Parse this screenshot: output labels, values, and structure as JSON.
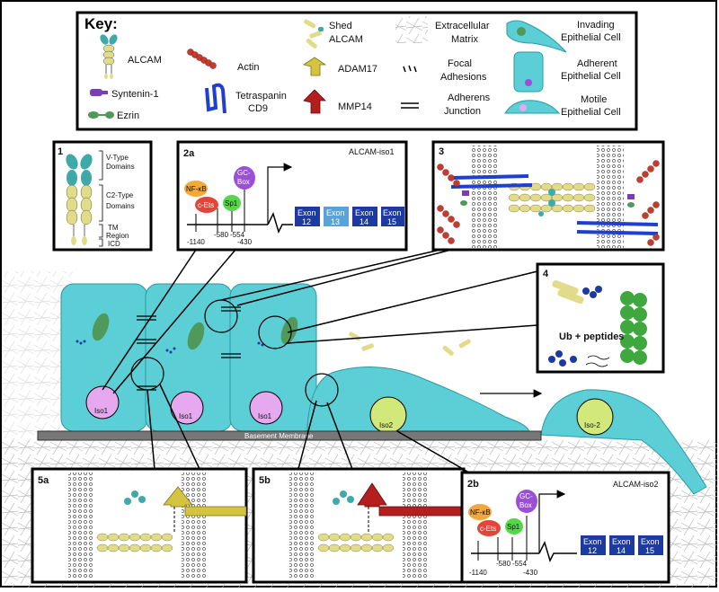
{
  "key": {
    "title": "Key:",
    "items": [
      {
        "label": "ALCAM",
        "icon": "alcam-icon"
      },
      {
        "label": "Syntenin-1",
        "icon": "syntenin-icon"
      },
      {
        "label": "Ezrin",
        "icon": "ezrin-icon"
      },
      {
        "label": "Actin",
        "icon": "actin-icon"
      },
      {
        "label": "Tetraspanin",
        "icon": "tetraspanin-icon"
      },
      {
        "label": "CD9",
        "icon": "tetraspanin-icon"
      },
      {
        "label": "Shed",
        "icon": "shed-alcam-icon"
      },
      {
        "label": "ALCAM",
        "icon": "shed-alcam-icon"
      },
      {
        "label": "ADAM17",
        "icon": "adam17-icon"
      },
      {
        "label": "MMP14",
        "icon": "mmp14-icon"
      },
      {
        "label": "Extracellular",
        "icon": "ecm-icon"
      },
      {
        "label": "Matrix",
        "icon": "ecm-icon"
      },
      {
        "label": "Focal",
        "icon": "focal-adhesion-icon"
      },
      {
        "label": "Adhesions",
        "icon": "focal-adhesion-icon"
      },
      {
        "label": "Adherens",
        "icon": "adherens-junction-icon"
      },
      {
        "label": "Junction",
        "icon": "adherens-junction-icon"
      },
      {
        "label": "Invading",
        "icon": "invading-cell-icon"
      },
      {
        "label": "Epithelial Cell",
        "icon": "invading-cell-icon"
      },
      {
        "label": "Adherent",
        "icon": "adherent-cell-icon"
      },
      {
        "label": "Epithelial Cell",
        "icon": "adherent-cell-icon"
      },
      {
        "label": "Motile",
        "icon": "motile-cell-icon"
      },
      {
        "label": "Epithelial Cell",
        "icon": "motile-cell-icon"
      }
    ]
  },
  "panel1": {
    "number": "1",
    "labels": [
      "V-Type",
      "Domains",
      "C2-Type",
      "Domains",
      "TM",
      "Region",
      "ICD"
    ]
  },
  "panel2a": {
    "number": "2a",
    "title": "ALCAM-iso1",
    "factors": {
      "nfkb": "NF-κB",
      "cets": "c-Ets",
      "sp1": "Sp1",
      "gc1": "GC-",
      "gc2": "Box"
    },
    "positions": [
      "-580",
      "-554",
      "-1140",
      "-430"
    ],
    "exons": [
      {
        "line1": "Exon",
        "line2": "12"
      },
      {
        "line1": "Exon",
        "line2": "13"
      },
      {
        "line1": "Exon",
        "line2": "14"
      },
      {
        "line1": "Exon",
        "line2": "15"
      }
    ]
  },
  "panel2b": {
    "number": "2b",
    "title": "ALCAM-iso2",
    "factors": {
      "nfkb": "NF-κB",
      "cets": "c-Ets",
      "sp1": "Sp1",
      "gc1": "GC-",
      "gc2": "Box"
    },
    "positions": [
      "-580",
      "-554",
      "-1140",
      "-430"
    ],
    "exons": [
      {
        "line1": "Exon",
        "line2": "12"
      },
      {
        "line1": "Exon",
        "line2": "14"
      },
      {
        "line1": "Exon",
        "line2": "15"
      }
    ]
  },
  "panel3": {
    "number": "3"
  },
  "panel4": {
    "number": "4",
    "text": "Ub + peptides"
  },
  "panel5a": {
    "number": "5a"
  },
  "panel5b": {
    "number": "5b"
  },
  "nuclei": {
    "iso1": "Iso1",
    "iso2": "Iso2",
    "iso2b": "Iso-2"
  },
  "basement_membrane": "Basement Membrane",
  "colors": {
    "cell": "#5ccfd6",
    "cell_dark": "#2a9aa4",
    "alcam": "#e2dc8a",
    "alcam_teal": "#3fa9a9",
    "actin": "#c93a2e",
    "syntenin": "#7a3db5",
    "ezrin": "#4f9a5a",
    "cd9": "#1f3fd1",
    "adam17": "#d4c440",
    "mmp14": "#b51e1e",
    "exon_dark": "#1c3aa0",
    "exon_light": "#5aa3d8",
    "nfkb": "#f2a93a",
    "cets": "#e2463a",
    "sp1": "#56d64a",
    "gcbox": "#9a4fd6",
    "nucleus_iso1": "#e6a8ef",
    "nucleus_iso2": "#d3e87a",
    "proteasome": "#3ea83e",
    "membrane": "#444"
  }
}
